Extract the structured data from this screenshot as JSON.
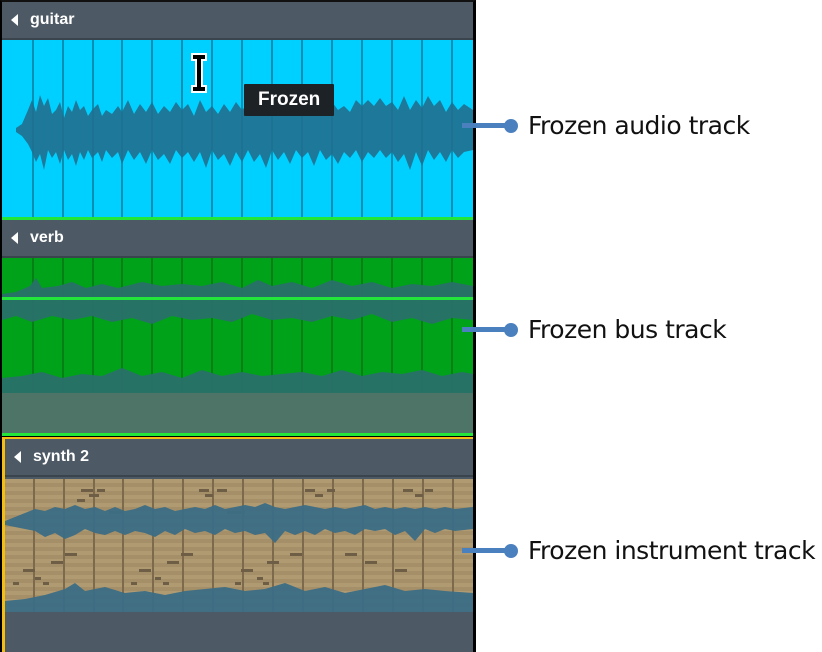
{
  "tracks": [
    {
      "name": "guitar",
      "type": "audio",
      "region_color": "#00d0ff",
      "wave_color": "#1f7090",
      "grid_color": "#0398bd",
      "bottom_border": "#22e63a",
      "tooltip": "Frozen"
    },
    {
      "name": "verb",
      "type": "bus",
      "region_color": "#00a21a",
      "wave_color": "#2a6e6e",
      "grid_color": "#068015",
      "bottom_border": "#22e63a"
    },
    {
      "name": "synth 2",
      "type": "instrument",
      "region_color": "#b09a72",
      "wave_color": "#3b6d85",
      "grid_color": "#7d6a4c",
      "selected_border": "#f3bd14"
    }
  ],
  "callouts": [
    {
      "label": "Frozen audio track"
    },
    {
      "label": "Frozen bus track"
    },
    {
      "label": "Frozen instrument track"
    }
  ],
  "icons": {
    "disclosure": "disclosure-triangle-icon",
    "cursor": "text-cursor-icon"
  }
}
